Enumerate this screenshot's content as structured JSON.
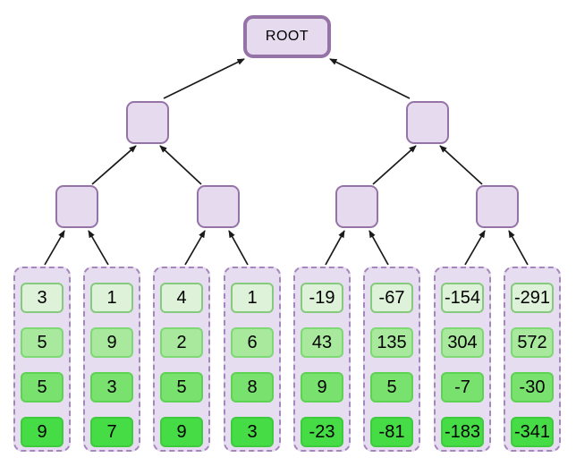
{
  "tree": {
    "root_label": "ROOT",
    "levels": 4,
    "internal_nodes_level2": 2,
    "internal_nodes_level3": 4,
    "leaf_columns": 8
  },
  "leaves": {
    "columns": [
      {
        "values": [
          "3",
          "5",
          "5",
          "9"
        ]
      },
      {
        "values": [
          "1",
          "9",
          "3",
          "7"
        ]
      },
      {
        "values": [
          "4",
          "2",
          "5",
          "9"
        ]
      },
      {
        "values": [
          "1",
          "6",
          "8",
          "3"
        ]
      },
      {
        "values": [
          "-19",
          "43",
          "9",
          "-23"
        ]
      },
      {
        "values": [
          "-67",
          "135",
          "5",
          "-81"
        ]
      },
      {
        "values": [
          "-154",
          "304",
          "-7",
          "-183"
        ]
      },
      {
        "values": [
          "-291",
          "572",
          "-30",
          "-341"
        ]
      }
    ]
  },
  "colors": {
    "node_fill": "#e6dbee",
    "node_stroke": "#9673a6",
    "container_fill": "#e7ddf0",
    "container_stroke": "#a687bd",
    "edge_color": "#1a1a1a",
    "cell_text": "#000000",
    "row1_fill": "#ddf2d8",
    "row1_stroke": "#86ca7d",
    "row2_fill": "#a9e99e",
    "row2_stroke": "#7ed873",
    "row3_fill": "#79e26e",
    "row3_stroke": "#5ed253",
    "row4_fill": "#45dc45",
    "row4_stroke": "#3ecb3e"
  }
}
